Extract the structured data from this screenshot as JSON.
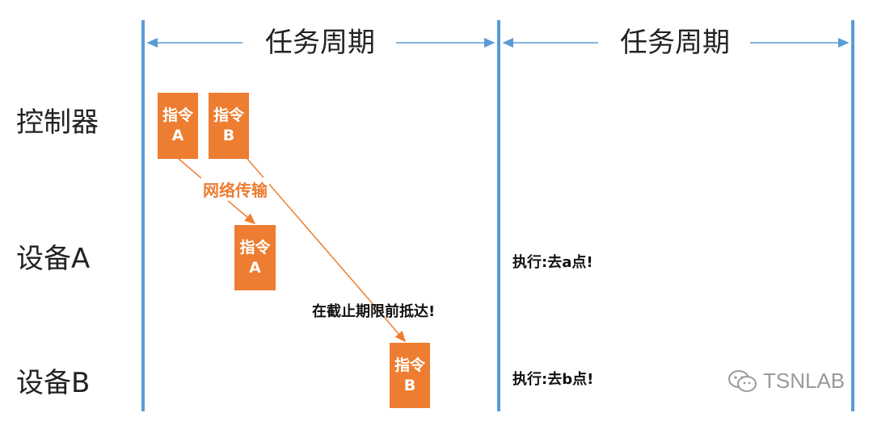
{
  "periods": [
    {
      "label": "任务周期"
    },
    {
      "label": "任务周期"
    }
  ],
  "rows": {
    "controller": "控制器",
    "device_a": "设备A",
    "device_b": "设备B"
  },
  "commands": {
    "controller_a": {
      "line1": "指令",
      "line2": "A"
    },
    "controller_b": {
      "line1": "指令",
      "line2": "B"
    },
    "device_a": {
      "line1": "指令",
      "line2": "A"
    },
    "device_b": {
      "line1": "指令",
      "line2": "B"
    }
  },
  "network_label": "网络传输",
  "deadline_note": "在截止期限前抵达!",
  "actions": {
    "device_a": "执行:去a点!",
    "device_b": "执行:去b点!"
  },
  "watermark": "TSNLAB",
  "colors": {
    "period_line": "#5b9bd5",
    "command_fill": "#ed7d31",
    "arrow": "#ed7d31"
  }
}
